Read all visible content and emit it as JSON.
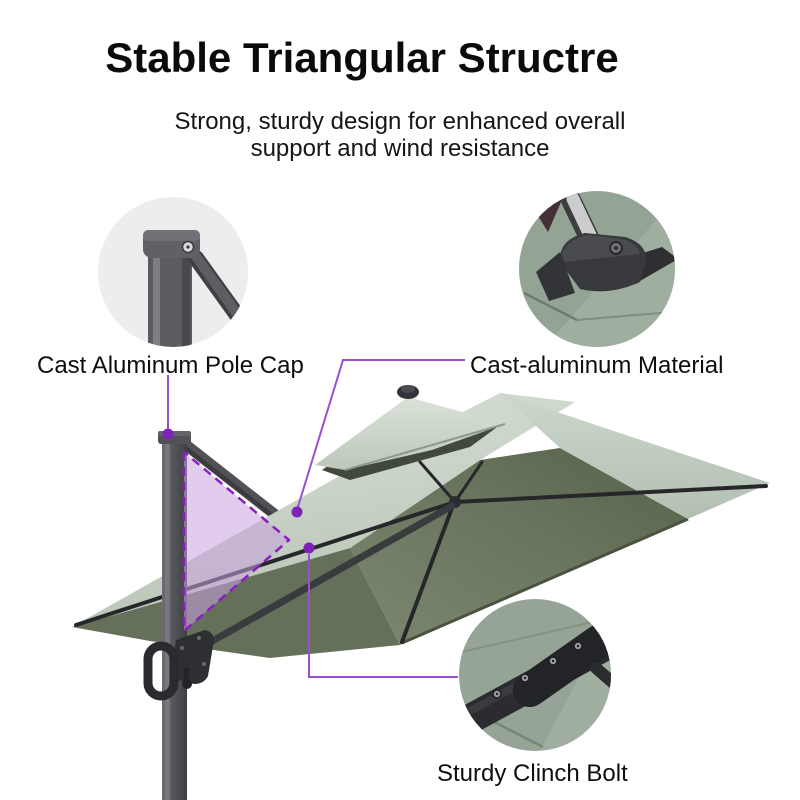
{
  "header": {
    "title": "Stable Triangular Structre",
    "subtitle_line1": "Strong, sturdy design for enhanced overall",
    "subtitle_line2": "support and wind resistance"
  },
  "callouts": {
    "pole_cap": "Cast Aluminum Pole Cap",
    "material": "Cast-aluminum Material",
    "clinch_bolt": "Sturdy Clinch Bolt"
  },
  "colors": {
    "background": "#ffffff",
    "text": "#111111",
    "connector_line": "#9a4fd0",
    "callout_dot": "#7e22b8",
    "triangle_dash": "#8a1fc0",
    "triangle_fill": "#c9a3e0",
    "canopy_top": "#ccd6cb",
    "canopy_underside": "#68745e",
    "frame_dark": "#2b2c2f",
    "inset_gray_bg": "#ededed",
    "inset_fabric_green": "#95a496"
  }
}
